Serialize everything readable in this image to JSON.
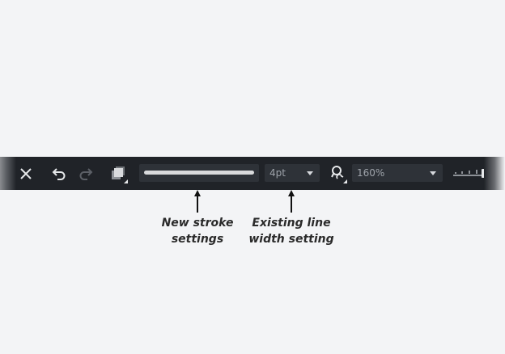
{
  "toolbar": {
    "buttons": [
      {
        "name": "close",
        "icon": "close-icon"
      },
      {
        "name": "undo",
        "icon": "undo-icon"
      },
      {
        "name": "redo",
        "icon": "redo-icon",
        "disabled": true
      },
      {
        "name": "layers",
        "icon": "layers-icon"
      },
      {
        "name": "lasso",
        "icon": "lasso-icon"
      }
    ],
    "stroke_setting": {
      "label": "New stroke settings"
    },
    "line_width": {
      "value": "4pt"
    },
    "zoom": {
      "value": "160%"
    },
    "colors": {
      "background": "#202328",
      "field": "#2e3238",
      "page_background": "#f3f4f6"
    }
  },
  "annotations": [
    {
      "text_line1": "New stroke",
      "text_line2": "settings",
      "target": "stroke-setting"
    },
    {
      "text_line1": "Existing line",
      "text_line2": "width setting",
      "target": "line-width"
    }
  ]
}
